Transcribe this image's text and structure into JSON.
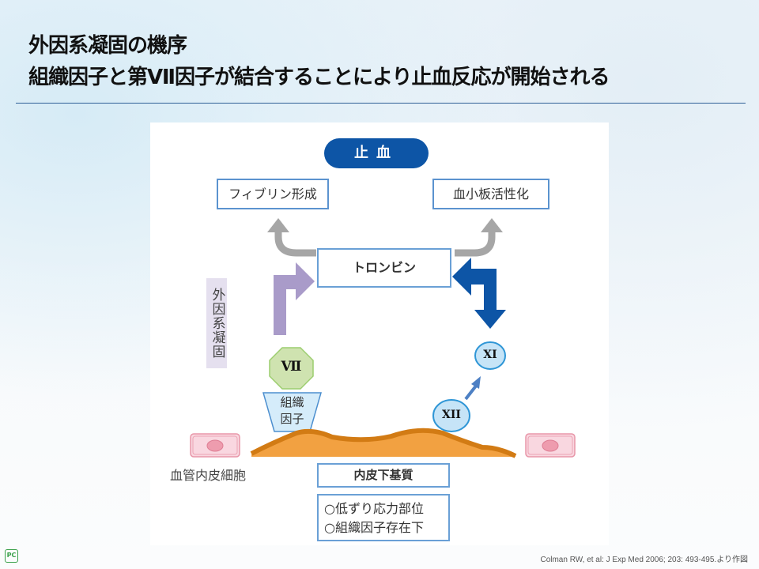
{
  "slide": {
    "title_lines": [
      "外因系凝固の機序",
      "組織因子と第Ⅶ因子が結合することにより止血反応が開始される"
    ],
    "citation": "Colman RW, et al: J Exp Med 2006; 203: 493-495.より作図",
    "logo_text": "PC"
  },
  "diagram": {
    "hemostasis": "止血",
    "fibrin_formation": "フィブリン形成",
    "platelet_activation": "血小板活性化",
    "thrombin": "トロンビン",
    "extrinsic_label": "外因系凝固",
    "factor_vii": "Ⅶ",
    "tissue_factor_line1": "組織",
    "tissue_factor_line2": "因子",
    "factor_xi": "XI",
    "factor_xii": "XII",
    "endothelial_cell": "血管内皮細胞",
    "subendothelial_matrix": "内皮下基質",
    "conditions": [
      "○低ずり応力部位",
      "○組織因子存在下"
    ],
    "colors": {
      "hemostasis_pill": "#0d55a6",
      "box_border": "#5b93cf",
      "gray_arrow": "#a6a6a6",
      "purple_arrow": "#a99bc9",
      "blue_arrow": "#0d55a6",
      "factor_vii_fill": "#cfe3b0",
      "factor_circle_fill": "#c6e4f7",
      "matrix_fill": "#f2a141",
      "matrix_line": "#d27b14",
      "cell_fill": "#f9d7e0"
    }
  }
}
